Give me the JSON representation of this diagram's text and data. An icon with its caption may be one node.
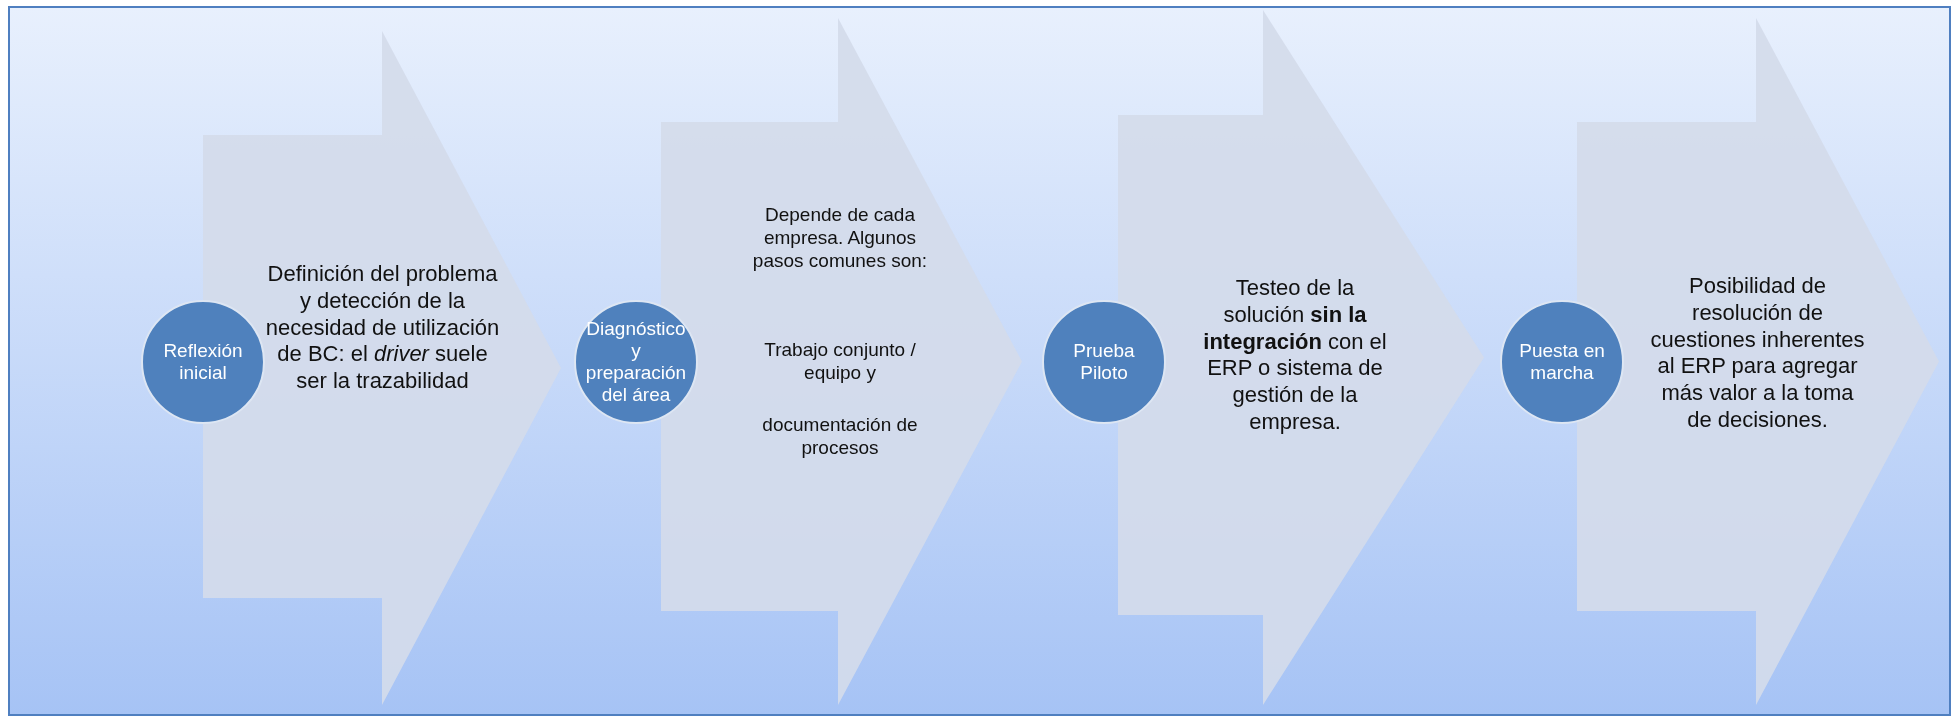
{
  "diagram": {
    "nodes": [
      {
        "text": [
          "Reflexión inicial"
        ]
      },
      {
        "text": [
          "Definición del problema y detección de la necesidad de utilización de BC: el *driver* suele ser la trazabilidad"
        ]
      },
      {
        "text": [
          "Diagnóstico y preparación del área"
        ]
      },
      {
        "text": [
          "Depende de cada empresa. Algunos pasos comunes son:",
          "Trabajo conjunto / equipo y",
          "documentación de procesos"
        ]
      },
      {
        "text": [
          "Prueba Piloto"
        ]
      },
      {
        "text": [
          "Testeo de la solución **sin la integración** con el ERP o sistema de gestión de la empresa."
        ]
      },
      {
        "text": [
          "Puesta en marcha"
        ]
      },
      {
        "text": [
          "Posibilidad de resolución de cuestiones inherentes al ERP para agregar más valor a la toma de decisiones."
        ]
      }
    ]
  }
}
